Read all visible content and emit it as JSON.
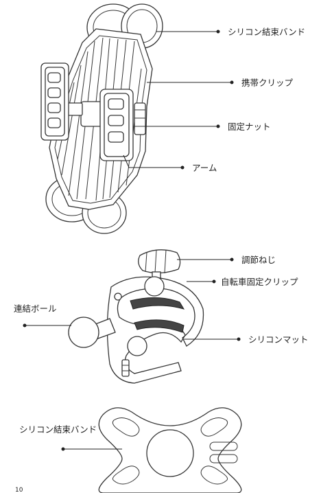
{
  "labels": {
    "holder_band": "シリコン結束バンド",
    "holder_clip": "携帯クリップ",
    "fix_nut": "固定ナット",
    "arm": "アーム",
    "adjust_screw": "調節ねじ",
    "bike_clip": "自転車固定クリップ",
    "joint_ball": "連結ボール",
    "silicone_mat": "シリコンマット",
    "loose_band": "シリコン結束バンド"
  },
  "page_number": "10"
}
